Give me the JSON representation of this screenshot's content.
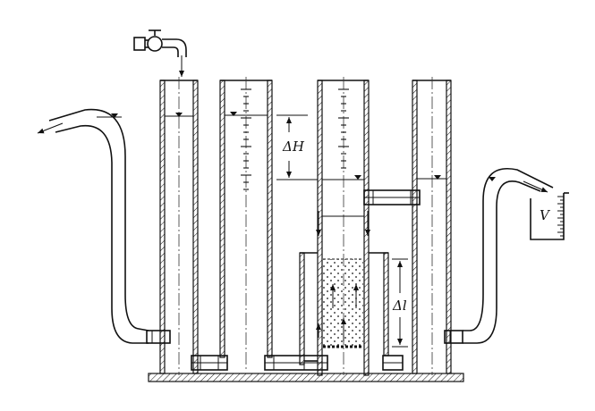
{
  "labels": {
    "head_loss": "ΔH",
    "sample_length": "Δl",
    "volume": "V"
  }
}
